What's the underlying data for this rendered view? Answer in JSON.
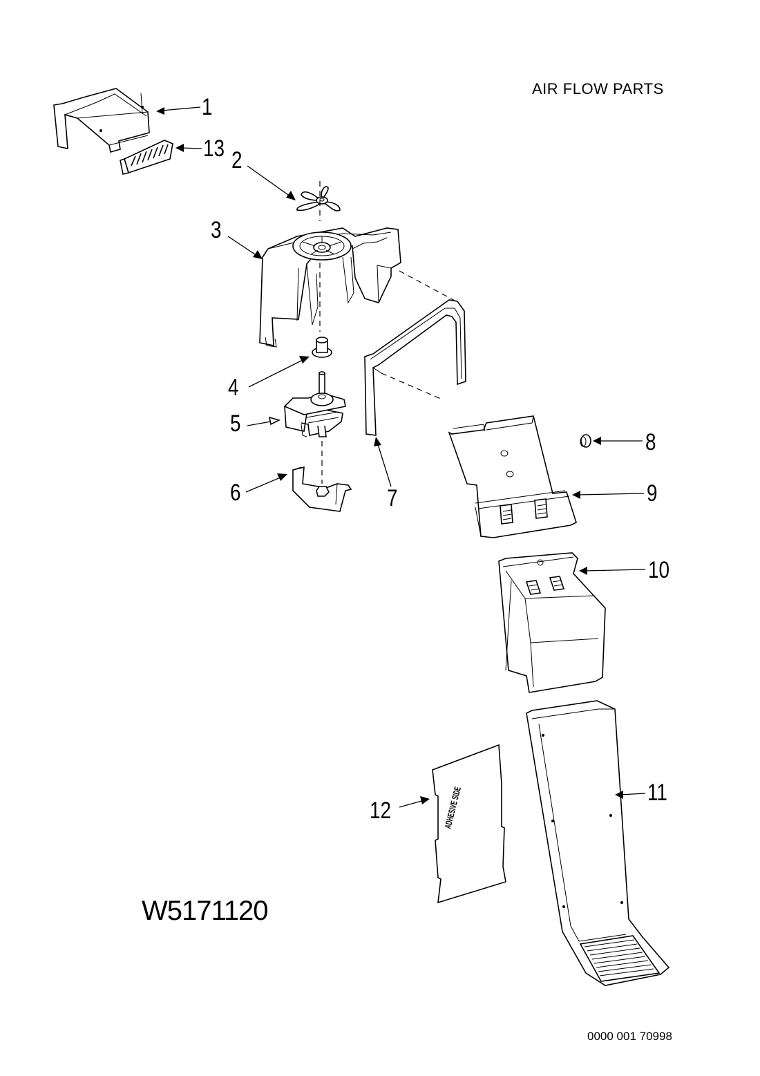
{
  "title": "AIR FLOW PARTS",
  "model_number": "W5171120",
  "document_number": "0000 001 70998",
  "callouts": [
    {
      "number": "1"
    },
    {
      "number": "13"
    },
    {
      "number": "2"
    },
    {
      "number": "3"
    },
    {
      "number": "4"
    },
    {
      "number": "5"
    },
    {
      "number": "6"
    },
    {
      "number": "7"
    },
    {
      "number": "8"
    },
    {
      "number": "9"
    },
    {
      "number": "10"
    },
    {
      "number": "11"
    },
    {
      "number": "12"
    }
  ],
  "part_12_label": "ADHESIVE SIDE"
}
